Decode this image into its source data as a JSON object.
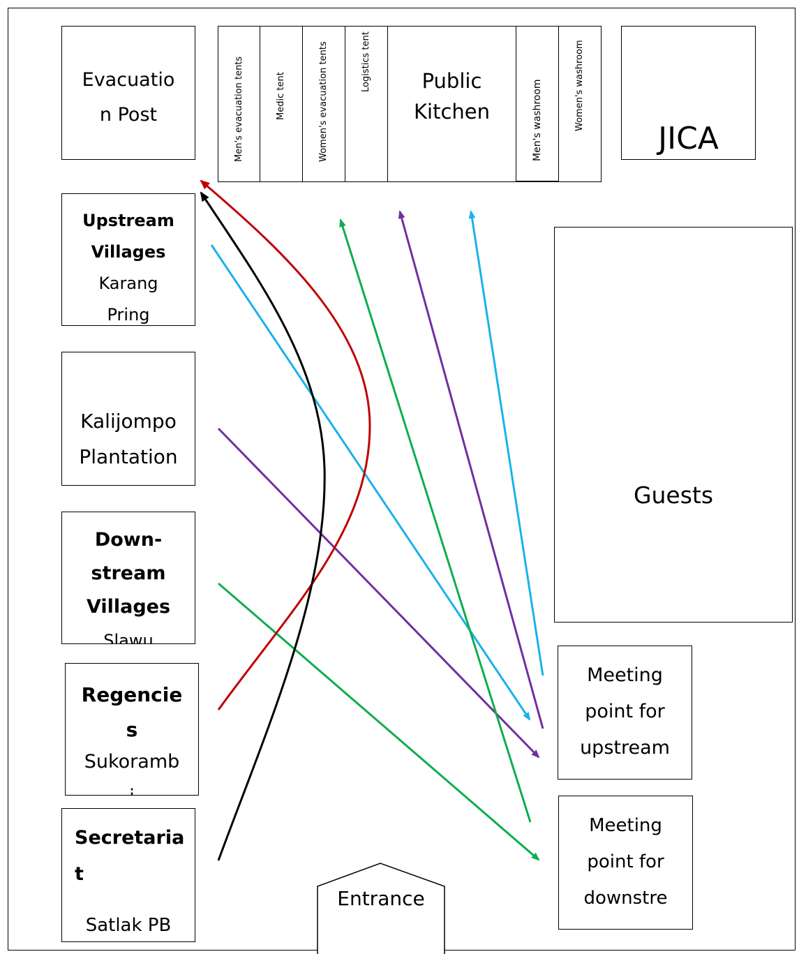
{
  "left_column": {
    "evacuation_post": "Evacuatio\nn Post",
    "upstream": {
      "title": "Upstream\nVillages",
      "sub": "Karang\nPring"
    },
    "kalijompo": "Kalijompo\nPlantation",
    "downstream": {
      "title": "Down-\nstream\nVillages",
      "sub": "Slawu"
    },
    "regencies": {
      "title": "Regencie\ns",
      "sub": "Sukoramb\ni"
    },
    "secretariat": {
      "title": "Secretaria\nt",
      "sub": "Satlak PB"
    }
  },
  "tents": [
    {
      "label": "Men's evacuation tents"
    },
    {
      "label": "Medic tent"
    },
    {
      "label": "Women's evacuation tents"
    },
    {
      "label": "Logistics tent"
    },
    {
      "label": "Public\nKitchen"
    },
    {
      "label": "Men's washroom"
    },
    {
      "label": "Women's washroom"
    }
  ],
  "jica": "JICA",
  "guests": "Guests",
  "meeting_upstream": "Meeting\npoint for\nupstream",
  "meeting_downstream": "Meeting\npoint for\ndownstre",
  "entrance": "Entrance",
  "colors": {
    "light_blue": "#1ab2ea",
    "purple": "#7030a0",
    "green": "#0ead50",
    "red": "#c00000",
    "black": "#000000"
  }
}
